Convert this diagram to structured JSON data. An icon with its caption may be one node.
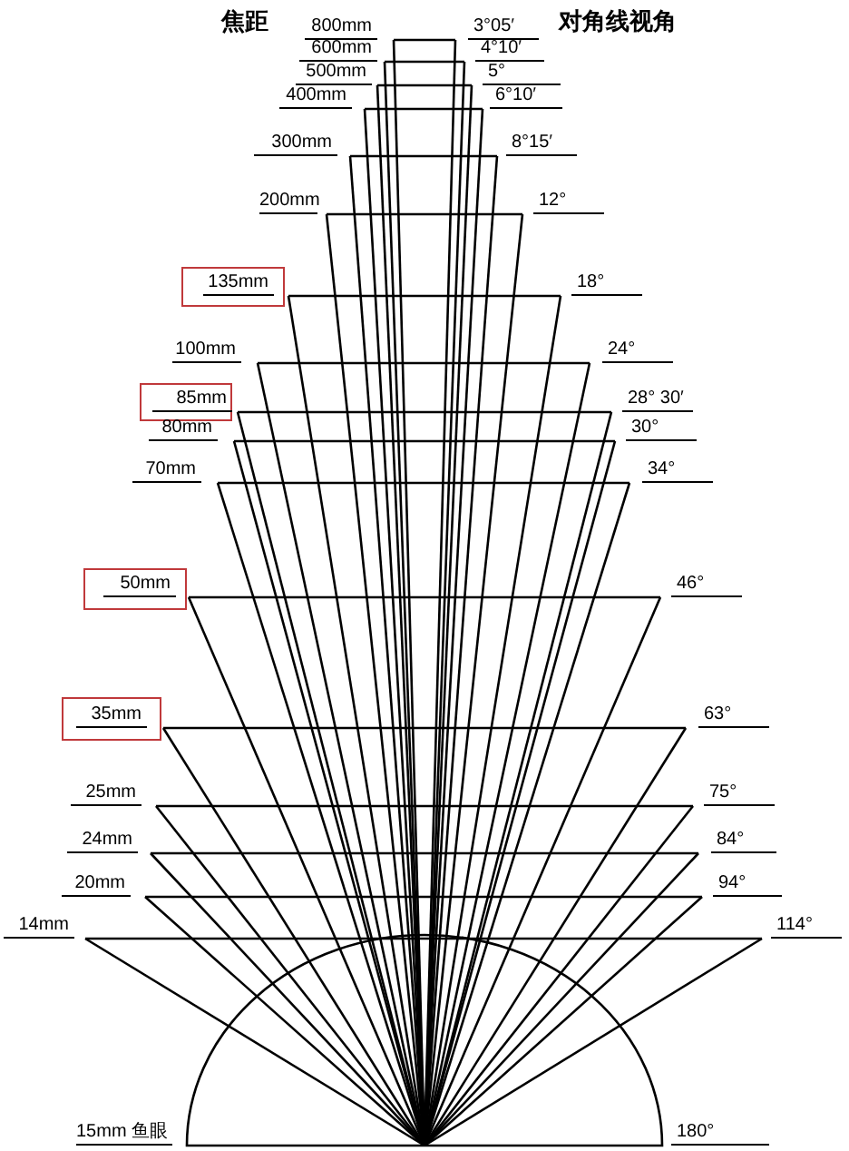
{
  "diagram": {
    "labels": [
      "焦距",
      "对角线视角",
      "800mm",
      "3°05′",
      "600mm",
      "4°10′",
      "500mm",
      "5°",
      "400mm",
      "6°10′",
      "300mm",
      "8°15′",
      "200mm",
      "12°",
      "135mm",
      "18°",
      "100mm",
      "24°",
      "85mm",
      "28° 30′",
      "80mm",
      "30°",
      "70mm",
      "34°",
      "50mm",
      "46°",
      "35mm",
      "63°",
      "25mm",
      "75°",
      "24mm",
      "84°",
      "20mm",
      "94°",
      "14mm",
      "114°",
      "15mm 鱼眼",
      "180°"
    ]
  }
}
